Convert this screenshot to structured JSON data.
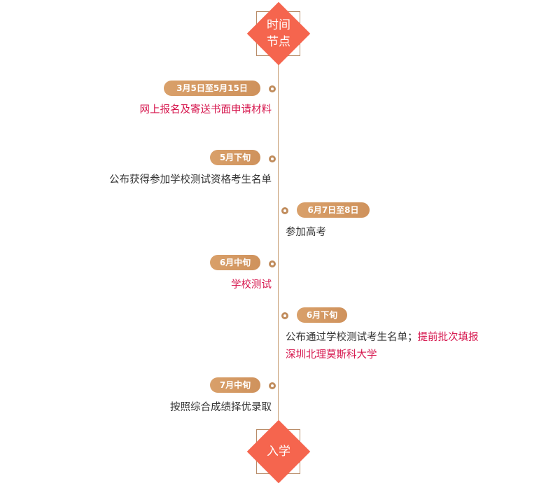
{
  "header_node": {
    "label": "时间\n节点"
  },
  "footer_node": {
    "label": "入学"
  },
  "colors": {
    "diamond": "#f5654e",
    "frame": "#b88c68",
    "line": "#c9a27a",
    "pill": "#d29a63",
    "dot": "#c08c5c",
    "highlight_text": "#d6164d",
    "normal_text": "#333333"
  },
  "events": [
    {
      "date": "3月5日至5月15日",
      "side": "left",
      "text_parts": [
        {
          "text": "网上报名及寄送书面申请材料",
          "highlight": true
        }
      ]
    },
    {
      "date": "5月下旬",
      "side": "left",
      "text_parts": [
        {
          "text": "公布获得参加学校测试资格考生名单",
          "highlight": false
        }
      ]
    },
    {
      "date": "6月7日至8日",
      "side": "right",
      "text_parts": [
        {
          "text": "参加高考",
          "highlight": false
        }
      ]
    },
    {
      "date": "6月中旬",
      "side": "left",
      "text_parts": [
        {
          "text": "学校测试",
          "highlight": true
        }
      ]
    },
    {
      "date": "6月下旬",
      "side": "right",
      "text_parts": [
        {
          "text": "公布通过学校测试考生名单；",
          "highlight": false
        },
        {
          "text": "提前批次填报",
          "highlight": true
        },
        {
          "text": "深圳北理莫斯科大学",
          "highlight": true
        }
      ]
    },
    {
      "date": "7月中旬",
      "side": "left",
      "text_parts": [
        {
          "text": "按照综合成绩择优录取",
          "highlight": false
        }
      ]
    }
  ]
}
